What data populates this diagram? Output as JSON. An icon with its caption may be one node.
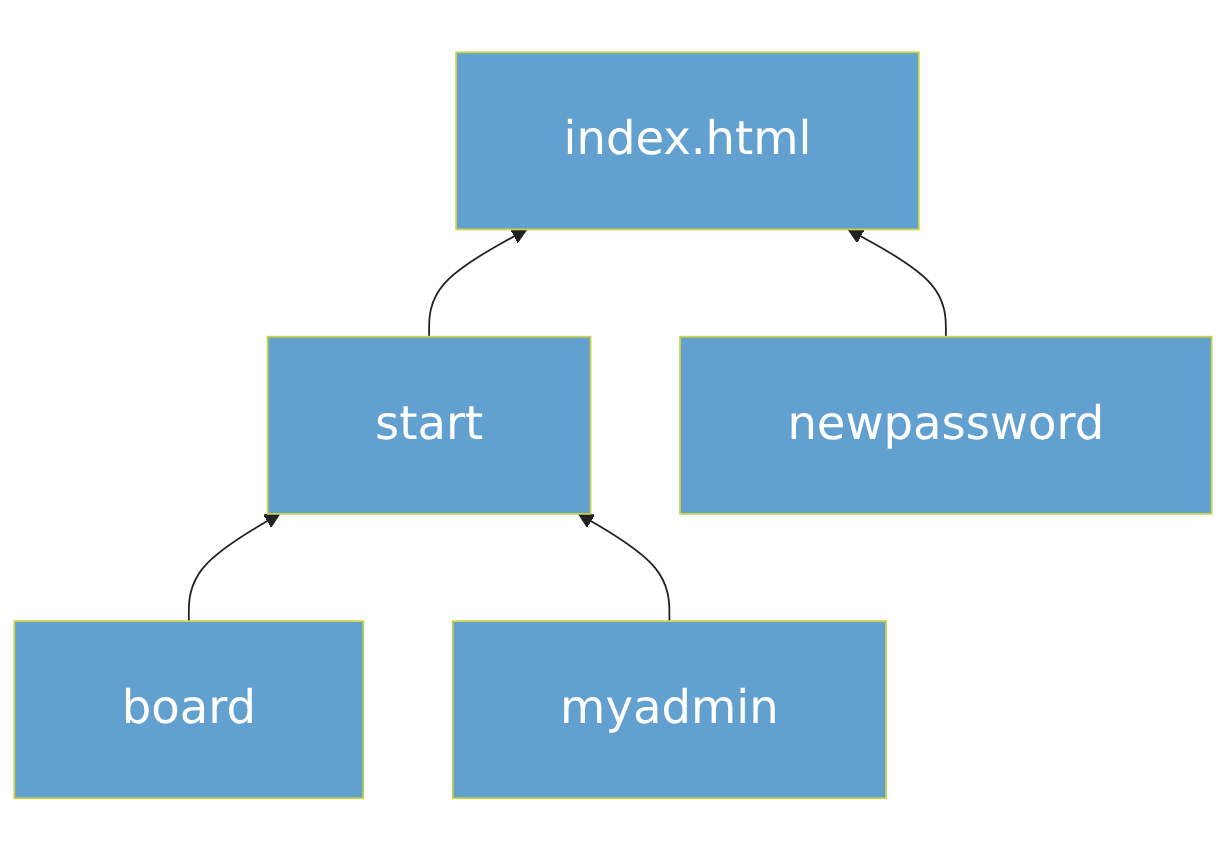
{
  "diagram": {
    "nodes": [
      {
        "text": [
          "index.html"
        ]
      },
      {
        "text": [
          "start"
        ]
      },
      {
        "text": [
          "newpassword"
        ]
      },
      {
        "text": [
          "board"
        ]
      },
      {
        "text": [
          "myadmin"
        ]
      }
    ],
    "edges": [
      {
        "from": 1,
        "to": 0,
        "arrow": "to"
      },
      {
        "from": 2,
        "to": 0,
        "arrow": "to"
      },
      {
        "from": 3,
        "to": 1,
        "arrow": "to"
      },
      {
        "from": 4,
        "to": 1,
        "arrow": "to"
      }
    ]
  }
}
